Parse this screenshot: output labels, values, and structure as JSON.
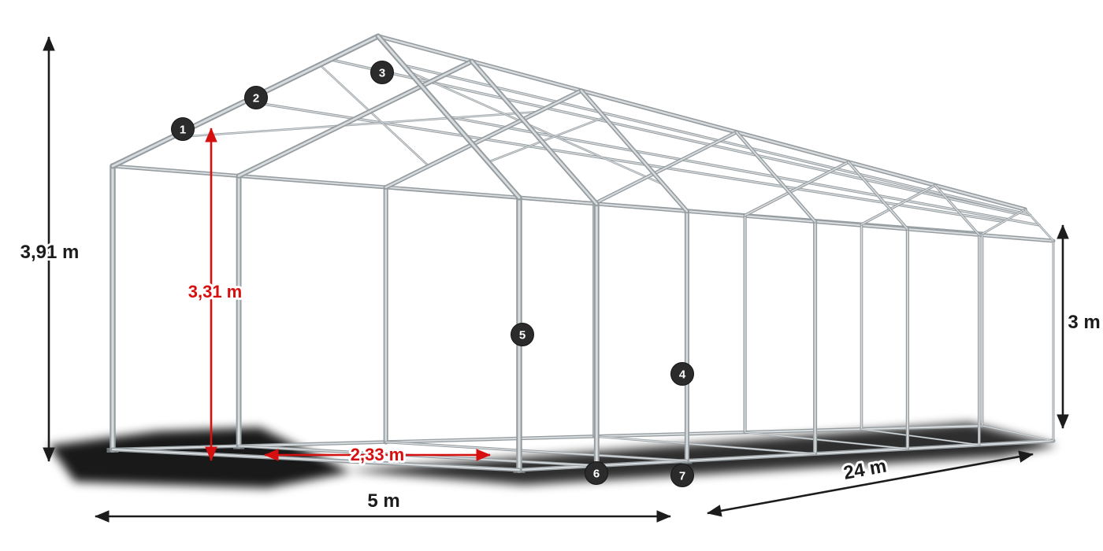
{
  "dimensions": {
    "total_height": {
      "label": "3,91 m"
    },
    "clear_height": {
      "label": "3,31 m"
    },
    "bay_width": {
      "label": "2,33 m"
    },
    "front_width": {
      "label": "5 m"
    },
    "length": {
      "label": "24 m"
    },
    "side_height": {
      "label": "3 m"
    }
  },
  "badges": [
    {
      "label": "1"
    },
    {
      "label": "2"
    },
    {
      "label": "3"
    },
    {
      "label": "4"
    },
    {
      "label": "5"
    },
    {
      "label": "6"
    },
    {
      "label": "7"
    }
  ],
  "colors": {
    "dimension_black": "#1c1c1c",
    "dimension_red": "#d60f0f",
    "badge_background": "#2b2b2b",
    "badge_text": "#ffffff",
    "frame_steel": "#969da1",
    "frame_highlight": "#d8dcde",
    "shadow": "#000000"
  }
}
